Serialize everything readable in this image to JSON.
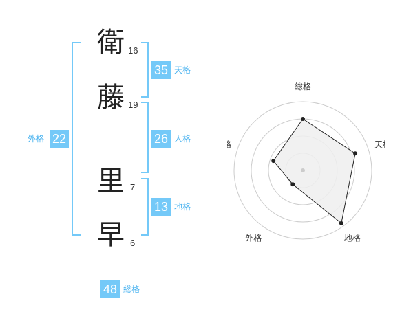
{
  "name_chars": [
    {
      "char": "衛",
      "strokes": "16"
    },
    {
      "char": "藤",
      "strokes": "19"
    },
    {
      "char": "里",
      "strokes": "7"
    },
    {
      "char": "早",
      "strokes": "6"
    }
  ],
  "scores": {
    "tenkaku": {
      "value": "35",
      "label": "天格"
    },
    "jinkaku": {
      "value": "26",
      "label": "人格"
    },
    "chikaku": {
      "value": "13",
      "label": "地格"
    },
    "gaikaku": {
      "value": "22",
      "label": "外格"
    },
    "soukaku": {
      "value": "48",
      "label": "総格"
    }
  },
  "chart_data": {
    "type": "radar",
    "axes": [
      "総格",
      "天格",
      "地格",
      "外格",
      "人格"
    ],
    "values": [
      0.75,
      0.8,
      0.95,
      0.25,
      0.45
    ],
    "range": [
      0,
      1
    ],
    "grid_rings": 4,
    "colors": {
      "fill": "#eeeeee",
      "line": "#222222",
      "grid": "#cccccc",
      "center": "#cccccc"
    }
  },
  "colors": {
    "accent": "#74c9f8",
    "accent_text": "#4db4f0"
  }
}
